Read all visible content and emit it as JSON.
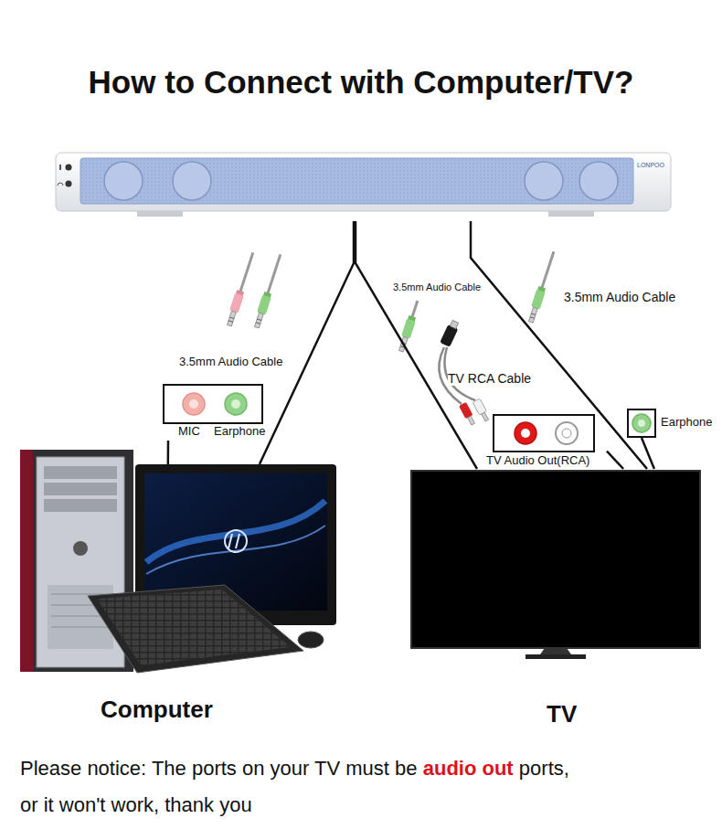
{
  "diagram": {
    "title": "How to Connect with Computer/TV?",
    "nodes": [
      {
        "text": [
          "LONPOO"
        ]
      },
      {
        "text": [
          "MIC",
          "Earphone"
        ]
      },
      {
        "text": [
          "TV Audio Out(RCA)"
        ]
      },
      {
        "text": [
          "Earphone"
        ]
      },
      {
        "text": [
          "Computer"
        ]
      },
      {
        "text": [
          "TV"
        ]
      }
    ],
    "edges": [
      {
        "from": 0,
        "to": 4,
        "arrow": "none"
      },
      {
        "from": 0,
        "to": 5,
        "arrow": "none"
      },
      {
        "from": 0,
        "to": 5,
        "arrow": "none"
      },
      {
        "from": 1,
        "to": 4,
        "arrow": "none"
      },
      {
        "from": 2,
        "to": 5,
        "arrow": "none"
      },
      {
        "from": 3,
        "to": 5,
        "arrow": "none"
      }
    ],
    "labels": [
      "3.5mm Audio Cable",
      "3.5mm Audio Cable",
      "TV RCA Cable",
      "3.5mm Audio Cable",
      "Please notice: The ports on your TV must be",
      "audio out",
      "ports,",
      "or it won't work, thank you"
    ]
  }
}
